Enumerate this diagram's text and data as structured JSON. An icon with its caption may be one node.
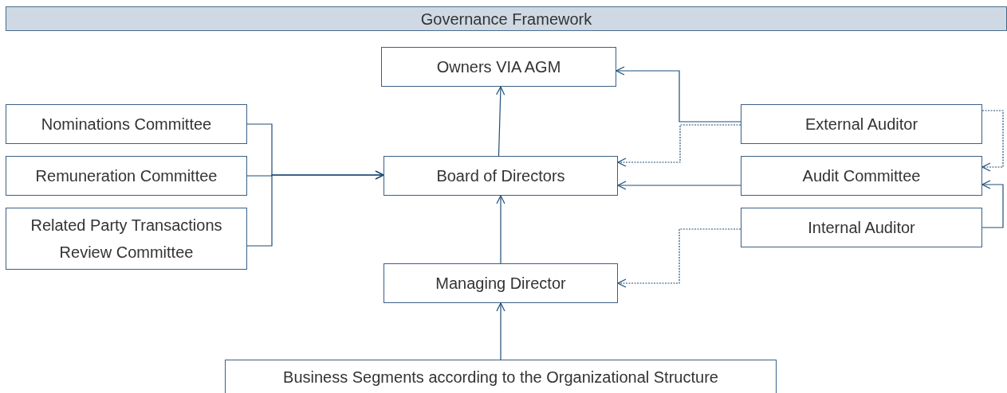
{
  "diagram": {
    "nodes": [
      {
        "text": [
          "Governance Framework"
        ]
      },
      {
        "text": [
          "Owners VIA AGM"
        ]
      },
      {
        "text": [
          "Nominations Committee"
        ]
      },
      {
        "text": [
          "Remuneration Committee"
        ]
      },
      {
        "text": [
          "Related Party Transactions Review Committee"
        ]
      },
      {
        "text": [
          "Board of Directors"
        ]
      },
      {
        "text": [
          "External Auditor"
        ]
      },
      {
        "text": [
          "Audit Committee"
        ]
      },
      {
        "text": [
          "Internal Auditor"
        ]
      },
      {
        "text": [
          "Managing Director"
        ]
      },
      {
        "text": [
          "Business Segments according to the Organizational Structure"
        ]
      }
    ],
    "edges": [
      {
        "from": 5,
        "to": 1,
        "arrow": "to"
      },
      {
        "from": 2,
        "to": 5,
        "arrow": "to"
      },
      {
        "from": 3,
        "to": 5,
        "arrow": "to"
      },
      {
        "from": 4,
        "to": 5,
        "arrow": "to"
      },
      {
        "from": 6,
        "to": 1,
        "arrow": "to"
      },
      {
        "from": 6,
        "to": 5,
        "arrow": "to",
        "style": "dashed"
      },
      {
        "from": 7,
        "to": 5,
        "arrow": "to"
      },
      {
        "from": 8,
        "to": 9,
        "arrow": "to",
        "style": "dashed"
      },
      {
        "from": 6,
        "to": 7,
        "arrow": "to",
        "style": "dashed"
      },
      {
        "from": 8,
        "to": 7,
        "arrow": "to"
      },
      {
        "from": 9,
        "to": 5,
        "arrow": "to"
      },
      {
        "from": 10,
        "to": 9,
        "arrow": "to"
      }
    ]
  }
}
